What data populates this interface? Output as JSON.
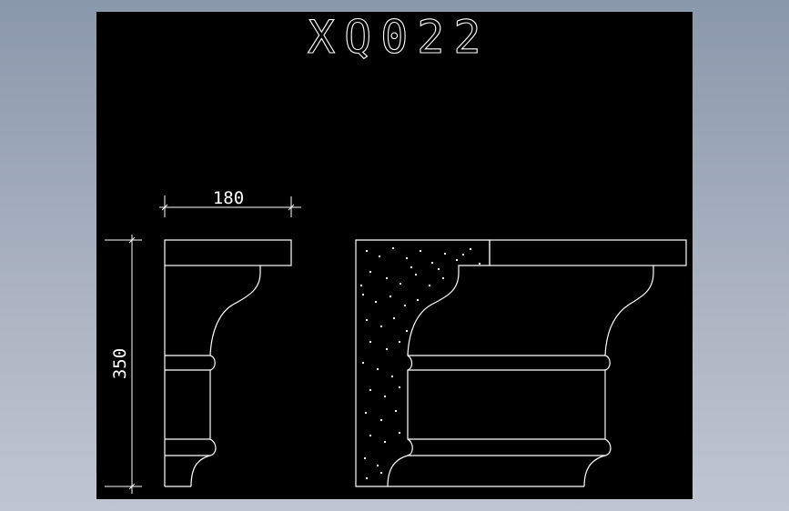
{
  "drawing": {
    "title": "XQ022",
    "background_color": "#000000",
    "line_color": "#ffffff",
    "viewport_background_top": "#8a98ac",
    "viewport_background_bottom": "#c0c6d1"
  },
  "dimensions": {
    "width_label": "180",
    "height_label": "350"
  },
  "views": [
    {
      "name": "side-profile",
      "description": "corbel side profile section"
    },
    {
      "name": "front-elevation",
      "description": "corbel elevation with hatched wall section"
    }
  ]
}
